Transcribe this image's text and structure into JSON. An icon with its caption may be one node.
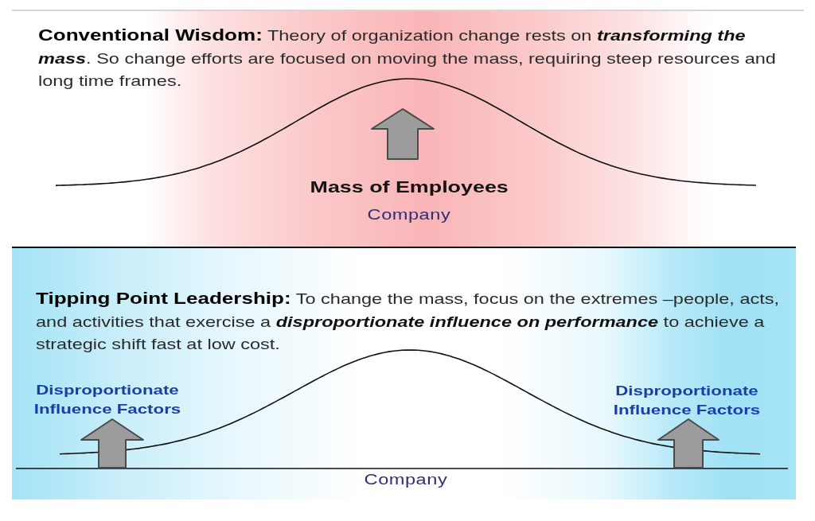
{
  "diagram": {
    "nodes": [
      {
        "text": [
          "**Conventional Wisdom:** Theory of organization change rests on *transforming the mass*. So change efforts are focused on moving the mass, requiring steep resources and long time frames."
        ]
      },
      {
        "text": [
          "**Tipping Point Leadership:** To change the mass, focus on the extremes –people, acts, and activities that exercise a *disproportionate influence on performance* to achieve a strategic shift fast at low cost."
        ]
      }
    ],
    "labels": [
      "Mass of Employees",
      "Company",
      "Disproportionate Influence Factors",
      "Disproportionate Influence Factors",
      "Company"
    ]
  }
}
